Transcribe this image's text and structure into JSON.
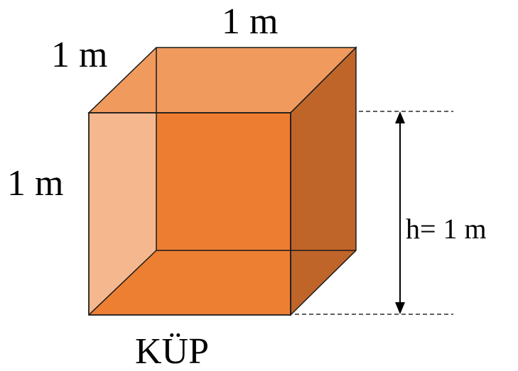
{
  "labels": {
    "top_edge": "1 m",
    "depth_edge": "1 m",
    "left_edge": "1 m",
    "height": "h= 1 m",
    "caption": "KÜP"
  },
  "colors": {
    "front_face": "#ED7D31",
    "top_face": "#F09A5E",
    "right_face": "#C0652A",
    "bottom_face": "#EE8036",
    "edge": "#1A1A1A",
    "dimension_line": "#000000"
  }
}
